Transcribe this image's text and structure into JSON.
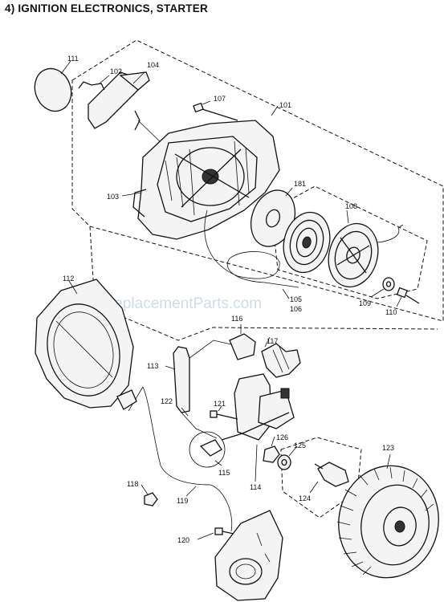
{
  "title": "4)  IGNITION ELECTRONICS, STARTER",
  "watermark": "eReplacementParts.com",
  "callouts": {
    "p101": "101",
    "p102": "102",
    "p103": "103",
    "p104": "104",
    "p105": "105",
    "p106": "106",
    "p107": "107",
    "p108": "108",
    "p109": "109",
    "p110": "110",
    "p111": "111",
    "p112": "112",
    "p113": "113",
    "p114": "114",
    "p115": "115",
    "p116": "116",
    "p117": "117",
    "p118": "118",
    "p119": "119",
    "p120": "120",
    "p121": "121",
    "p122": "122",
    "p123": "123",
    "p124": "124",
    "p125": "125",
    "p126": "126",
    "p181": "181"
  }
}
